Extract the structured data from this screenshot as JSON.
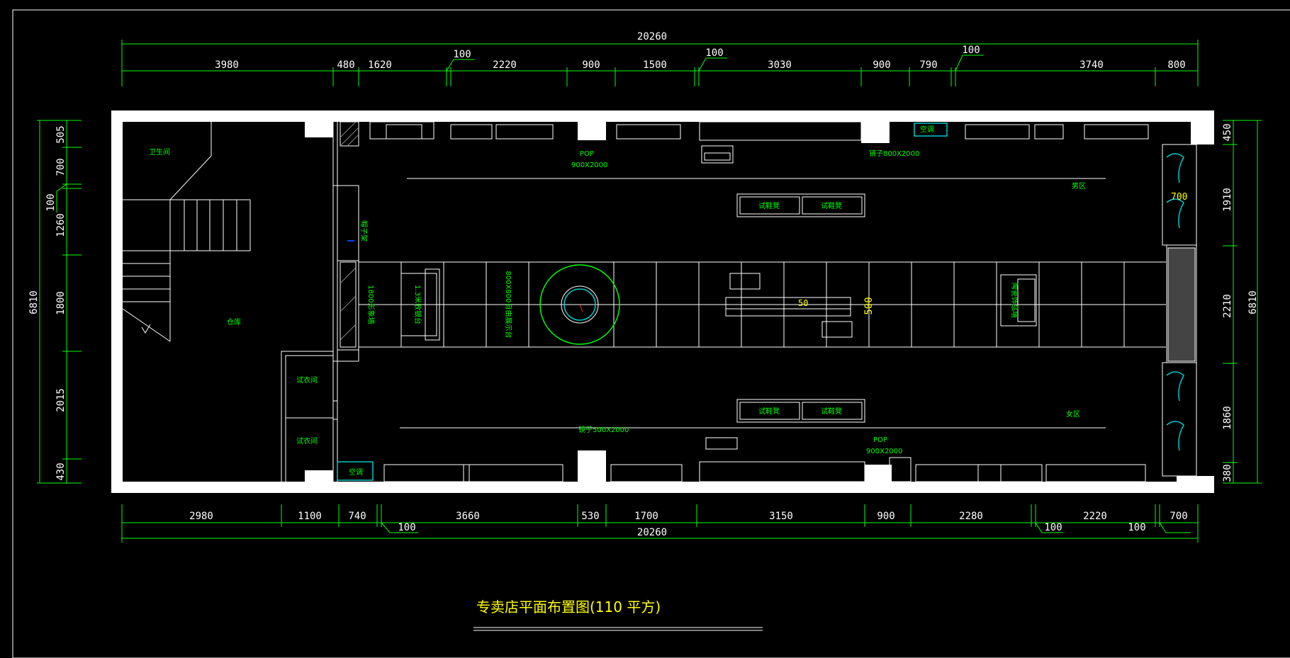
{
  "title": "专卖店平面布置图(110 平方)",
  "colors": {
    "background": "#000000",
    "wall": "#ffffff",
    "dimension": "#00ff00",
    "text": "#ffffff",
    "title": "#ffff00",
    "cyan": "#00c8c8"
  },
  "dims": {
    "top_total": "20260",
    "top_segments": [
      "3980",
      "480",
      "1620",
      "2220",
      "900",
      "1500",
      "3030",
      "900",
      "790",
      "3740",
      "800"
    ],
    "top_small": [
      "100",
      "100",
      "100"
    ],
    "bottom_total": "20260",
    "bottom_segments": [
      "2980",
      "1100",
      "740",
      "3660",
      "530",
      "1700",
      "3150",
      "900",
      "2280",
      "2220",
      "700"
    ],
    "bottom_small": [
      "100",
      "100",
      "100"
    ],
    "left_total": "6810",
    "left_segments": [
      "505",
      "700",
      "1260",
      "1800",
      "2015",
      "430"
    ],
    "left_small": "100",
    "right_total": "6810",
    "right_segments": [
      "450",
      "1910",
      "2210",
      "1860",
      "380"
    ]
  },
  "labels": {
    "restroom": "卫生间",
    "warehouse": "仓库",
    "fitting1": "试衣间",
    "fitting2": "试衣间",
    "ac_top": "空调",
    "ac_bottom": "空调",
    "pop_top": "POP",
    "pop_top_size": "900X2000",
    "pop_bottom": "POP",
    "pop_bottom_size": "900X2000",
    "mirror_top": "镜子800X2000",
    "mirror_bottom": "镜子500X2000",
    "mens": "男区",
    "womens": "女区",
    "table1": "试鞋凳",
    "table2": "试鞋凳",
    "table3": "试鞋凳",
    "table4": "试鞋凳",
    "cashier": "1.3米收银台",
    "counter_1800": "1800形象墙",
    "display_800": "800X800自由展示台",
    "dim_500": "500",
    "dim_50": "50",
    "dim_700": "700",
    "right_display": "陶瓷饰品墙",
    "side_small": "帽子架"
  }
}
